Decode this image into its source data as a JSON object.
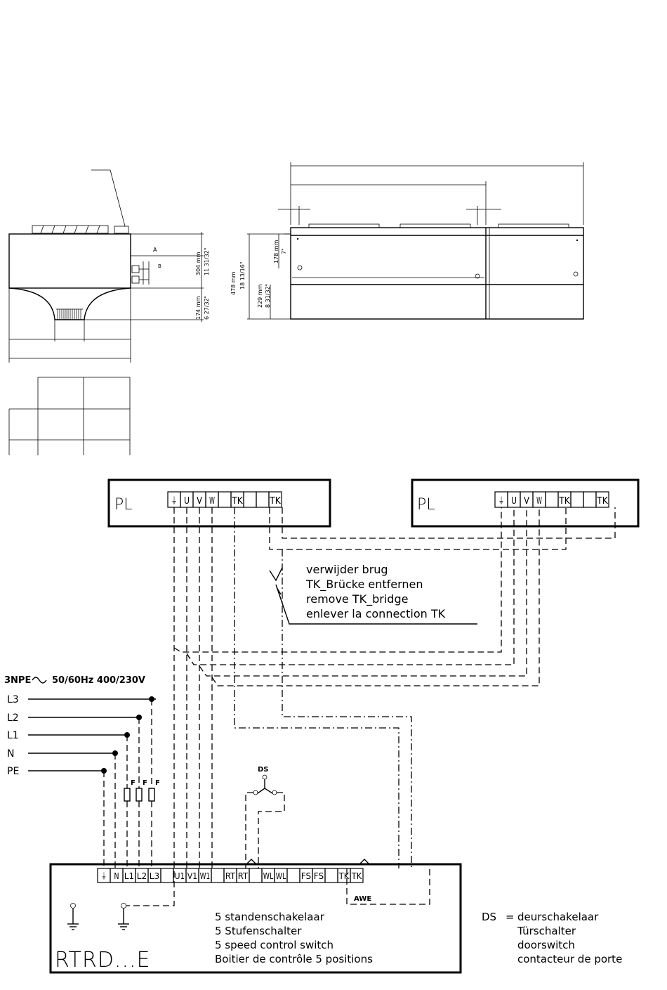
{
  "dimensions": {
    "side_upper": "304 mm",
    "side_upper_inch": "11 31/32\"",
    "side_lower": "174 mm",
    "side_lower_inch": "6 27/32\"",
    "front_total": "478 mm",
    "front_total_inch": "18 13/16\"",
    "front_lower": "229 mm",
    "front_lower_inch": "8 31/32\"",
    "front_upper": "178 mm",
    "front_upper_inch": "7\"",
    "label_a": "A",
    "label_b": "B"
  },
  "supply": {
    "title": "3NPE",
    "spec": "50/60Hz 400/230V",
    "lines": [
      "L3",
      "L2",
      "L1",
      "N",
      "PE"
    ],
    "fuse_label": "F"
  },
  "pl_left": {
    "label": "PL",
    "terminals": [
      "⏚",
      "U",
      "V",
      "W",
      "",
      "TK",
      "",
      "",
      "TK"
    ]
  },
  "pl_right": {
    "label": "PL",
    "terminals": [
      "⏚",
      "U",
      "V",
      "W",
      "",
      "TK",
      "",
      "",
      "TK"
    ]
  },
  "bridge_note": [
    "verwijder brug",
    "TK_Brücke entfernen",
    "remove TK_bridge",
    "enlever la connection TK"
  ],
  "door_switch": {
    "label": "DS"
  },
  "controller": {
    "name": "RTRD...E",
    "terminals": [
      "⏚",
      "N",
      "L1",
      "L2",
      "L3",
      "",
      "U1",
      "V1",
      "W1",
      "",
      "RT",
      "RT",
      "",
      "WL",
      "WL",
      "",
      "FS",
      "FS",
      "",
      "TK",
      "TK"
    ],
    "awe": "AWE",
    "description": [
      "5 standenschakelaar",
      "5 Stufenschalter",
      "5 speed control switch",
      "Boitier de contrôle 5 positions"
    ]
  },
  "legend": {
    "key": "DS",
    "eq": "=",
    "lines": [
      "deurschakelaar",
      "Türschalter",
      "doorswitch",
      "contacteur de porte"
    ]
  }
}
